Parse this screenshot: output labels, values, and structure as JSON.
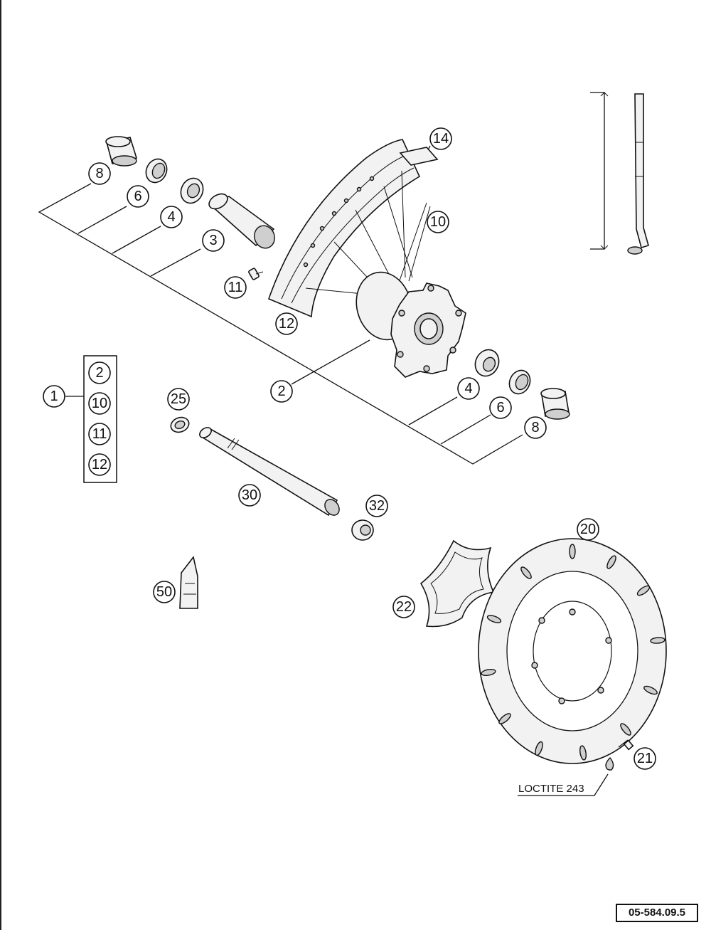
{
  "diagram": {
    "callouts": {
      "c1": "1",
      "c2": "2",
      "c3": "3",
      "c4": "4",
      "c6": "6",
      "c8": "8",
      "c10": "10",
      "c11": "11",
      "c12": "12",
      "c14": "14",
      "c20": "20",
      "c21": "21",
      "c22": "22",
      "c25": "25",
      "c30": "30",
      "c32": "32",
      "c50": "50"
    },
    "assembly_group": [
      "2",
      "10",
      "11",
      "12"
    ],
    "note": "LOCTITE 243",
    "doc_number": "05-584.09.5"
  }
}
